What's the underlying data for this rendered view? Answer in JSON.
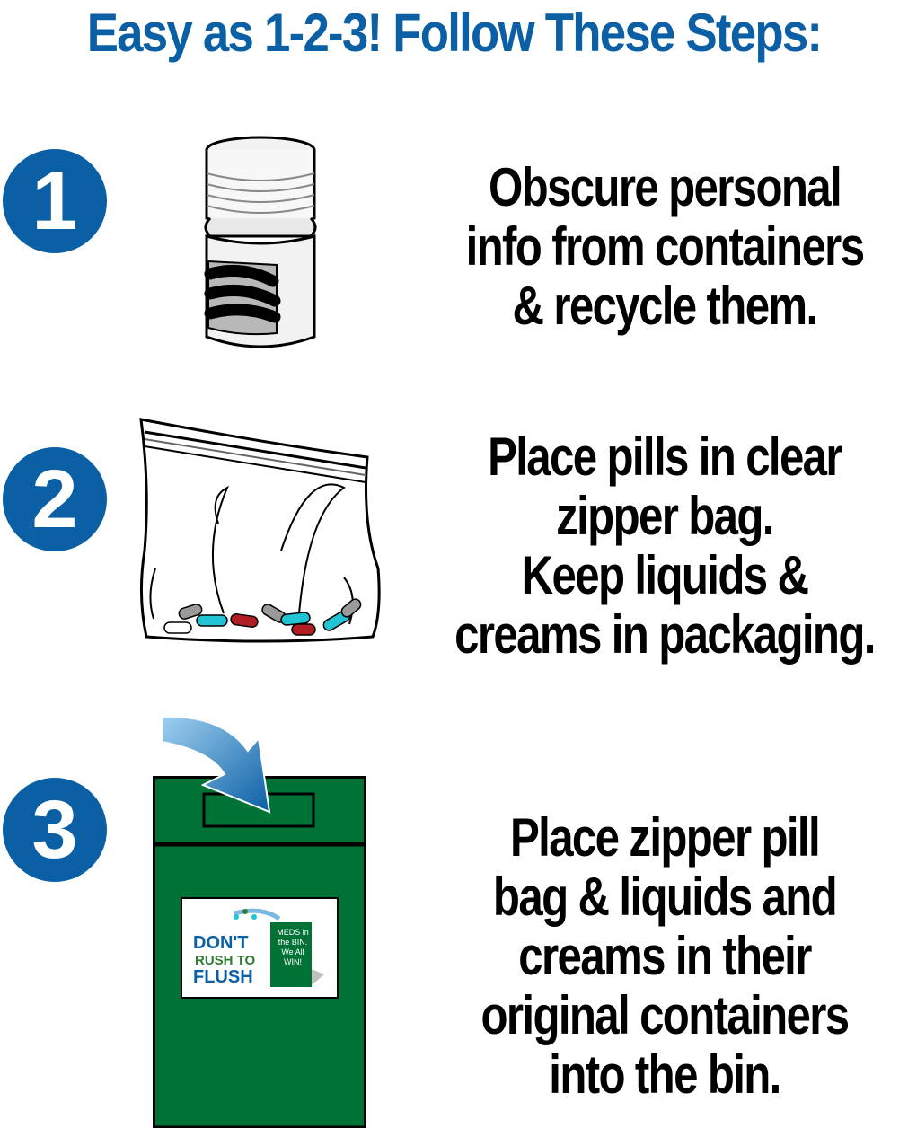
{
  "title": "Easy as 1-2-3! Follow These Steps:",
  "steps": [
    {
      "number": "1",
      "lines": [
        "Obscure personal",
        "info from containers",
        "& recycle them."
      ]
    },
    {
      "number": "2",
      "lines": [
        "Place pills in clear",
        "zipper bag.",
        "Keep liquids &",
        "creams in packaging."
      ]
    },
    {
      "number": "3",
      "lines": [
        "Place zipper pill",
        "bag & liquids and",
        "creams in their",
        "original containers",
        "into the bin."
      ]
    }
  ],
  "bin_label": {
    "dont": "DON'T",
    "rush_to": "RUSH TO",
    "flush": "FLUSH",
    "meds_lines": [
      "MEDS in",
      "the BIN.",
      "We All",
      "WIN!"
    ]
  },
  "colors": {
    "accent_blue": "#0b5fa5",
    "bin_green": "#007236",
    "pill_cyan": "#20c4d4",
    "pill_red": "#b01e24",
    "pill_gray": "#9a9a9a"
  },
  "icons": [
    "pill-bottle-icon",
    "zipper-bag-icon",
    "arrow-icon",
    "drop-bin-icon"
  ]
}
